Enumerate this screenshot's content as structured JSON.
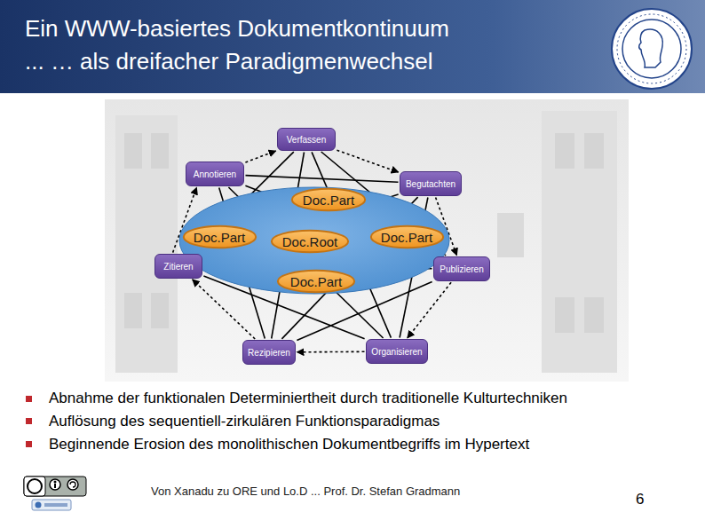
{
  "diagram": {
    "title": "Ein WWW-basiertes Dokumentkontinuum ... … als dreifacher Paradigmenwechsel",
    "nodes": [
      {
        "text": [
          "Verfassen"
        ]
      },
      {
        "text": [
          "Annotieren"
        ]
      },
      {
        "text": [
          "Begutachten"
        ]
      },
      {
        "text": [
          "Doc.Part"
        ]
      },
      {
        "text": [
          "Doc.Part"
        ]
      },
      {
        "text": [
          "Doc.Root"
        ]
      },
      {
        "text": [
          "Doc.Part"
        ]
      },
      {
        "text": [
          "Zitieren"
        ]
      },
      {
        "text": [
          "Publizieren"
        ]
      },
      {
        "text": [
          "Doc.Part"
        ]
      },
      {
        "text": [
          "Rezipieren"
        ]
      },
      {
        "text": [
          "Organisieren"
        ]
      }
    ],
    "edges": [
      {
        "from": 0,
        "to": 2,
        "arrow": "to"
      },
      {
        "from": 2,
        "to": 8,
        "arrow": "to"
      },
      {
        "from": 8,
        "to": 11,
        "arrow": "to"
      },
      {
        "from": 11,
        "to": 10,
        "arrow": "to"
      },
      {
        "from": 10,
        "to": 7,
        "arrow": "to"
      },
      {
        "from": 7,
        "to": 1,
        "arrow": "to"
      },
      {
        "from": 1,
        "to": 0,
        "arrow": "to"
      },
      {
        "from": 0,
        "to": 8,
        "arrow": "none"
      },
      {
        "from": 0,
        "to": 11,
        "arrow": "none"
      },
      {
        "from": 0,
        "to": 10,
        "arrow": "none"
      },
      {
        "from": 0,
        "to": 7,
        "arrow": "none"
      },
      {
        "from": 2,
        "to": 11,
        "arrow": "none"
      },
      {
        "from": 2,
        "to": 10,
        "arrow": "none"
      },
      {
        "from": 2,
        "to": 7,
        "arrow": "none"
      },
      {
        "from": 2,
        "to": 1,
        "arrow": "none"
      },
      {
        "from": 8,
        "to": 10,
        "arrow": "none"
      },
      {
        "from": 8,
        "to": 7,
        "arrow": "none"
      },
      {
        "from": 8,
        "to": 1,
        "arrow": "none"
      },
      {
        "from": 11,
        "to": 7,
        "arrow": "none"
      },
      {
        "from": 11,
        "to": 1,
        "arrow": "none"
      },
      {
        "from": 10,
        "to": 1,
        "arrow": "none"
      }
    ],
    "labels": [
      "Abnahme der funktionalen Determiniertheit durch traditionelle Kulturtechniken",
      "Auflösung des sequentiell-zirkulären Funktionsparadigmas",
      "Beginnende Erosion des monolithischen Dokumentbegriffs im Hypertext",
      "Von Xanadu zu ORE und Lo.D ... Prof. Dr. Stefan Gradmann",
      "6"
    ]
  }
}
